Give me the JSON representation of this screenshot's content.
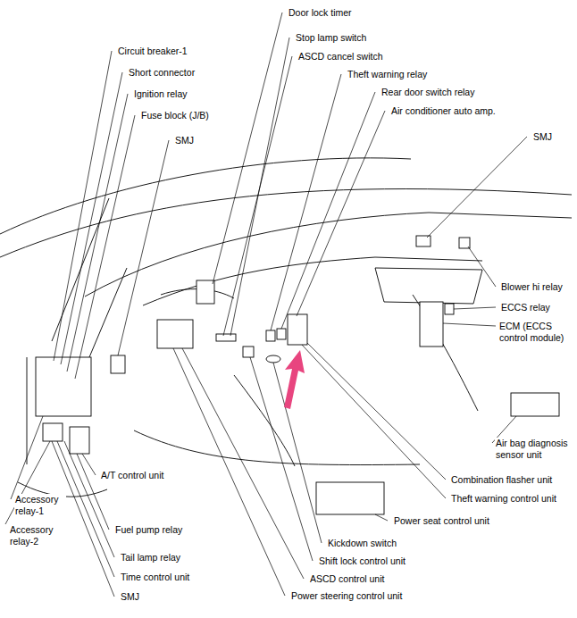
{
  "diagram": {
    "labels": [
      "Door lock timer",
      "Stop lamp switch",
      "Circuit breaker-1",
      "ASCD cancel switch",
      "Short connector",
      "Theft warning relay",
      "Ignition relay",
      "Rear door switch relay",
      "Air conditioner auto amp.",
      "Fuse block (J/B)",
      "SMJ",
      "SMJ",
      "Blower hi relay",
      "ECCS relay",
      "ECM (ECCS control module)",
      "Air bag diagnosis sensor unit",
      "A/T control unit",
      "Combination flasher unit",
      "Theft warning control unit",
      "Accessory relay-1",
      "Power seat control unit",
      "Fuel pump relay",
      "Accessory relay-2",
      "Kickdown switch",
      "Tail lamp relay",
      "Shift lock control unit",
      "Time control unit",
      "ASCD control unit",
      "SMJ",
      "Power steering control unit"
    ]
  }
}
